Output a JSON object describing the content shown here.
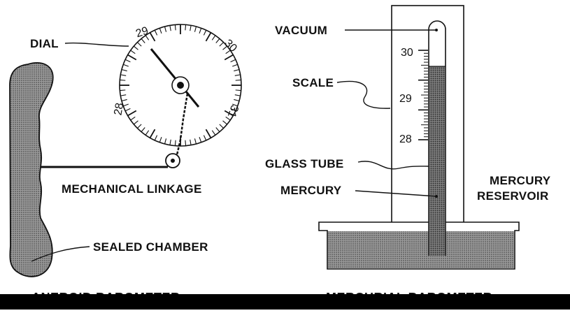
{
  "colors": {
    "ink": "#111111",
    "bottom_bar": "#000000",
    "paper": "#ffffff"
  },
  "aneroid": {
    "caption": "ANEROID BAROMETER",
    "labels": {
      "dial": "DIAL",
      "linkage": "MECHANICAL LINKAGE",
      "chamber": "SEALED CHAMBER"
    },
    "dial_ticks": {
      "t28": "28",
      "t29": "29",
      "t30": "30",
      "t31": "31"
    }
  },
  "mercurial": {
    "caption": "MERCURIAL BAROMETER",
    "labels": {
      "vacuum": "VACUUM",
      "scale": "SCALE",
      "glass_tube": "GLASS TUBE",
      "mercury": "MERCURY",
      "reservoir_line1": "MERCURY",
      "reservoir_line2": "RESERVOIR"
    },
    "scale_ticks": {
      "t30": "30",
      "t29": "29",
      "t28": "28"
    }
  }
}
